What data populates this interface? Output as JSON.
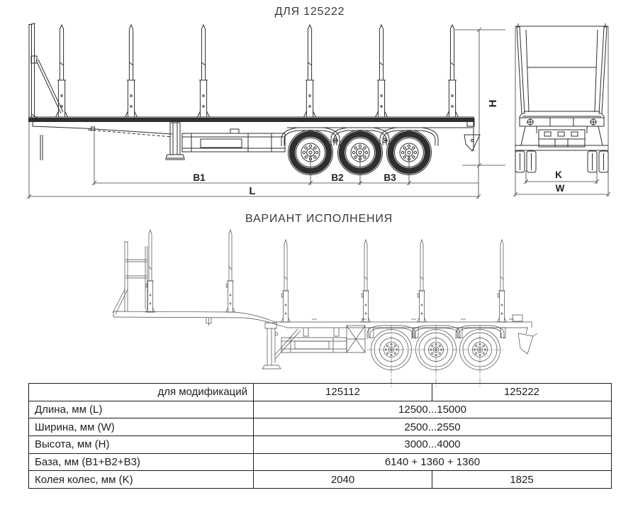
{
  "titles": {
    "main": "ДЛЯ 125222",
    "variant": "ВАРИАНТ ИСПОЛНЕНИЯ"
  },
  "colors": {
    "line_dark": "#2e2e2e",
    "line_light": "#474747",
    "background": "#ffffff"
  },
  "side_view": {
    "dims": {
      "b1": "B1",
      "b2": "B2",
      "b3": "B3",
      "length": "L",
      "height": "H"
    }
  },
  "rear_view": {
    "dims": {
      "track": "K",
      "width": "W"
    }
  },
  "spec_table": {
    "header": {
      "label": "для модификаций",
      "mod1": "125112",
      "mod2": "125222"
    },
    "rows": [
      {
        "label": "Длина, мм (L)",
        "value": "12500...15000"
      },
      {
        "label": "Ширина, мм (W)",
        "value": "2500...2550"
      },
      {
        "label": "Высота, мм (H)",
        "value": "3000...4000"
      },
      {
        "label": "База, мм (B1+B2+B3)",
        "value": "6140 + 1360 + 1360"
      },
      {
        "label": "Колея колес, мм (K)",
        "value1": "2040",
        "value2": "1825"
      }
    ]
  }
}
